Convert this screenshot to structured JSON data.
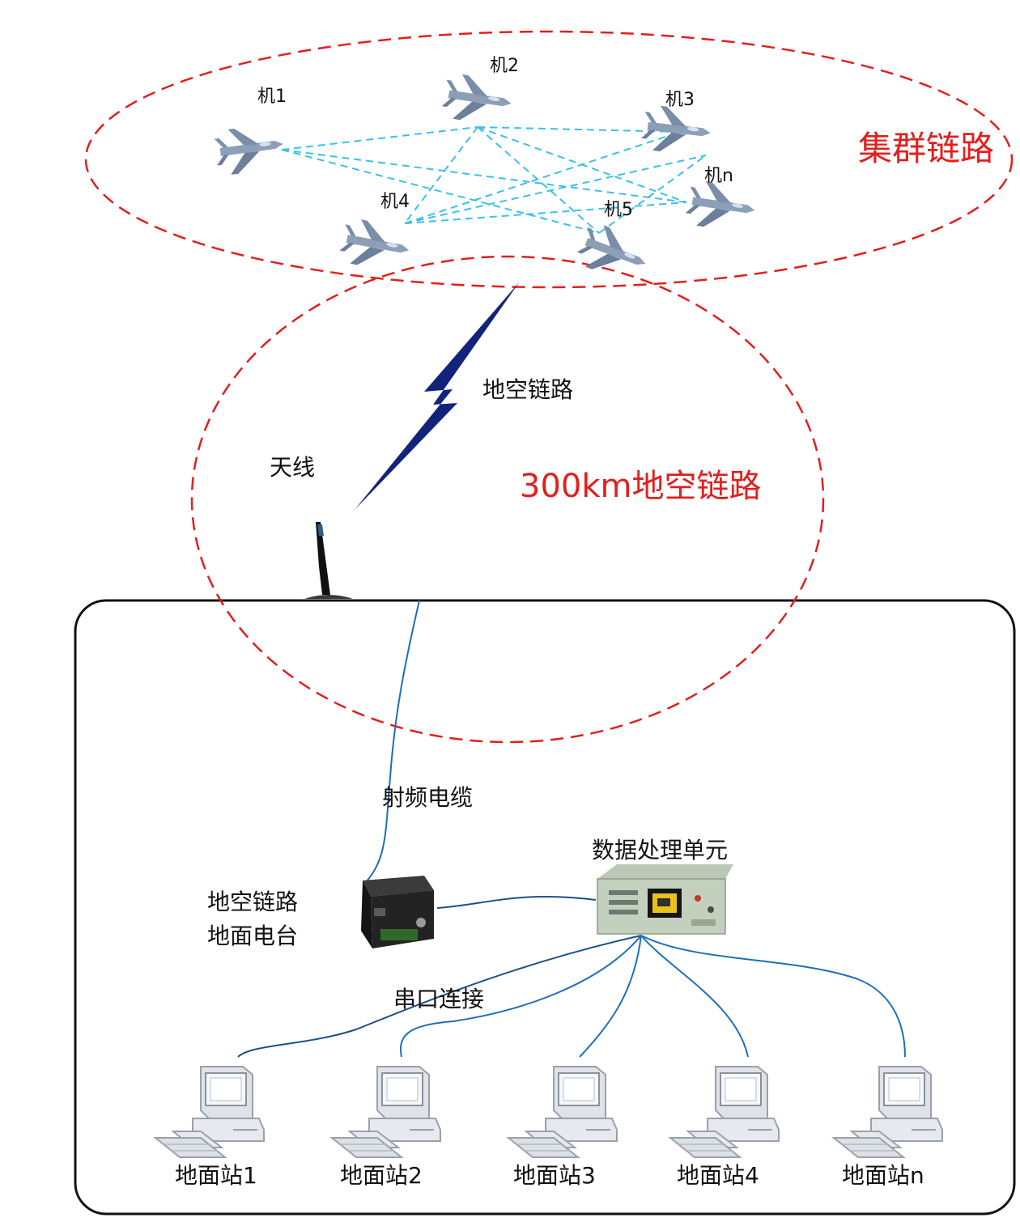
{
  "aircraft": [
    {
      "label": "机1"
    },
    {
      "label": "机2"
    },
    {
      "label": "机3"
    },
    {
      "label": "机n"
    },
    {
      "label": "机4"
    },
    {
      "label": "机5"
    }
  ],
  "zones": {
    "cluster_link": "集群链路",
    "ground_air_range": "300km地空链路"
  },
  "links": {
    "ground_air": "地空链路",
    "rf_cable": "射频电缆",
    "serial": "串口连接"
  },
  "equipment": {
    "antenna": "天线",
    "radio_line1": "地空链路",
    "radio_line2": "地面电台",
    "dpu": "数据处理单元"
  },
  "stations": [
    {
      "label": "地面站1"
    },
    {
      "label": "地面站2"
    },
    {
      "label": "地面站3"
    },
    {
      "label": "地面站4"
    },
    {
      "label": "地面站n"
    }
  ],
  "colors": {
    "zone_dash": "#e0201e",
    "mesh_link": "#3cc0e8",
    "cable": "#1f6fb8",
    "lightning": "#13237a"
  }
}
